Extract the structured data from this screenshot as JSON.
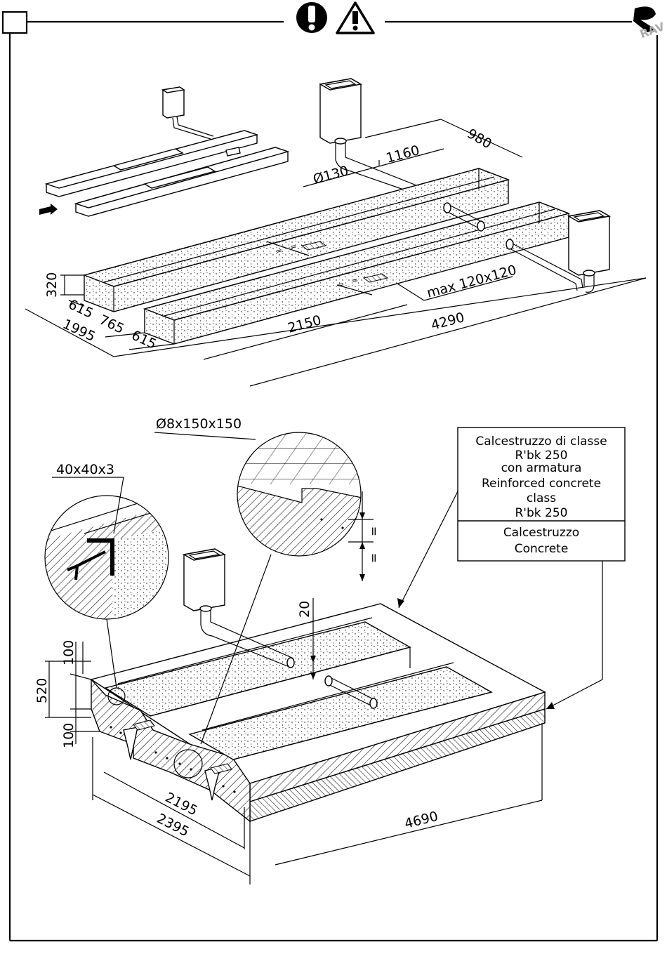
{
  "header": {
    "icons": [
      "exclamation-icon",
      "warning-triangle-icon",
      "brand-logo-icon"
    ]
  },
  "top_drawing": {
    "dim_980": "980",
    "dim_1160": "1160",
    "dim_o130": "Ø130",
    "dim_320": "320",
    "dim_615a": "615",
    "dim_765": "765",
    "dim_1995": "1995",
    "dim_615b": "615",
    "dim_2150": "2150",
    "dim_4290": "4290",
    "drain_note": "max 120x120"
  },
  "bottom_drawing": {
    "mesh": "Ø8x150x150",
    "angle": "40x40x3",
    "dim_20": "20",
    "dim_100a": "100",
    "dim_520": "520",
    "dim_100b": "100",
    "dim_2195": "2195",
    "dim_2395": "2395",
    "dim_4690": "4690",
    "legend": {
      "line1": "Calcestruzzo di classe",
      "line2": "R'bk 250",
      "line3": "con armatura",
      "line4": "Reinforced concrete",
      "line5": "class",
      "line6": "R'bk 250",
      "line7": "Calcestruzzo",
      "line8": "Concrete"
    },
    "equal_mark": "="
  }
}
